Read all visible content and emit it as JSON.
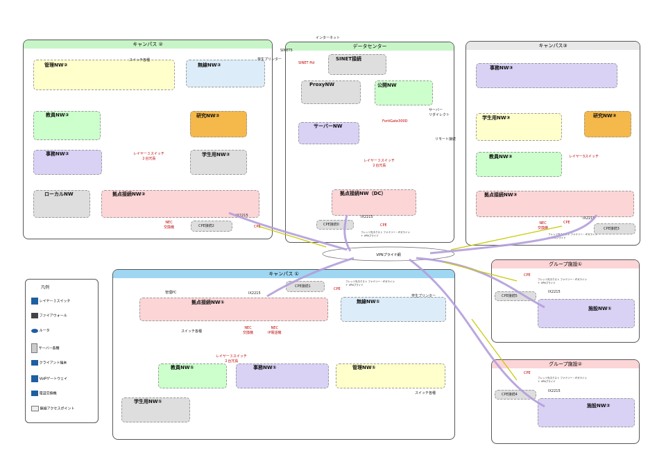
{
  "campus2": {
    "title": "キャンパス ②",
    "zones": {
      "kanri": "管理NW②",
      "musen": "無線NW②",
      "kyoin": "教員NW②",
      "kenkyu": "研究NW②",
      "jimu": "事務NW②",
      "gakusei": "学生用NW②",
      "local": "ローカルNW",
      "kyoten": "拠点接続NW②"
    },
    "labels": {
      "switches": "スイッチ各種",
      "printer": "学生プリンター",
      "l3": "レイヤー３スイッチ\n２台冗長",
      "nec": "NEC\n交換機",
      "ix": "IX2215",
      "cpe": "CPE",
      "cpe_conn": "CPE接続2"
    }
  },
  "datacenter": {
    "title": "データセンター",
    "zones": {
      "sinet": "SINET接続",
      "proxy": "ProxyNW",
      "public": "公開NW",
      "server": "サーバーNW",
      "kyoten": "拠点接続NW（DC）"
    },
    "labels": {
      "internet": "インターネット",
      "sinet5": "SINET5",
      "sinet_pe": "SINET PoI",
      "fortigate": "FortiGate300D",
      "server_redirect": "サーバー\nリダイレクト",
      "remote": "リモート接続",
      "l3": "レイヤー３スイッチ\n２台冗長",
      "cpe_conn": "CPE接続0",
      "ix": "IX2215",
      "cpe": "CPE",
      "line": "フレッツ光ネクスト ファミリー・ギガライン\n＋ VPNプライド"
    }
  },
  "campus3": {
    "title": "キャンパス③",
    "zones": {
      "jimu": "事務NW③",
      "gakusei": "学生用NW③",
      "kenkyu": "研究NW③",
      "kyoin": "教員NW③",
      "kyoten": "拠点接続NW③"
    },
    "labels": {
      "l3": "レイヤー3スイッチ",
      "nec": "NEC\n交換機",
      "cpe": "CPE",
      "ix": "IX2215",
      "cpe_conn": "CPE接続3",
      "line": "フレッツ光ネクスト ファミリー・ギガライン\n＋ VPNプライド"
    }
  },
  "vpn": {
    "label": "VPNプライド網"
  },
  "campus1": {
    "title": "キャンパス ①",
    "zones": {
      "kyoten": "拠点接続NW①",
      "musen": "無線NW①",
      "kyoin": "教員NW①",
      "jimu": "事務NW①",
      "kanri": "管理NW①",
      "gakusei": "学生用NW①"
    },
    "labels": {
      "kanri_pc": "管理PC",
      "cpe_conn": "CPE接続1",
      "cpe": "CPE",
      "ix": "IX2215",
      "switches": "スイッチ各種",
      "nec": "NEC\n交換機",
      "nec_ip": "NEC\nIP電話機",
      "printer": "学生プリンター",
      "l3": "レイヤー３スイッチ\n２台冗長",
      "switches2": "スイッチ各種",
      "line": "フレッツ光ネクスト ファミリー・ギガライン\n＋ VPNプライド"
    }
  },
  "group1": {
    "title": "グループ施設①",
    "zones": {
      "shisetsu": "施設NW①"
    },
    "labels": {
      "cpe": "CPE",
      "cpe_conn": "CPE接続5",
      "ix": "IX2215",
      "line": "フレッツ光ネクスト ファミリー・ギガライン\n＋ VPNプライド"
    }
  },
  "group2": {
    "title": "グループ施設②",
    "zones": {
      "shisetsu": "施設NW②"
    },
    "labels": {
      "cpe": "CPE",
      "cpe_conn": "CPE接続4",
      "ix": "IX2215",
      "line": "フレッツ光ネクスト ファミリー・ギガライン\n＋ VPNプライド"
    }
  },
  "legend": {
    "title": "凡例",
    "items": [
      "レイヤー３スイッチ",
      "ファイアウォール",
      "ルータ",
      "サーバー各種",
      "クライアント端末",
      "VoIPゲートウェイ",
      "電話交換機",
      "無線アクセスポイント"
    ]
  },
  "colors": {
    "yellow": "#ffffcc",
    "blue": "#dcecf8",
    "green": "#ccffcc",
    "orange": "#f5b84a",
    "purple": "#d9d2f5",
    "gray": "#dedede",
    "pink": "#fcd5d7",
    "campus_hdr": "#c8f5c8",
    "campus1_hdr": "#9fd7f2",
    "campus3_hdr": "#e8e8e8",
    "group_hdr": "#fcd5d7",
    "vpn_line": "#b39ddb"
  }
}
